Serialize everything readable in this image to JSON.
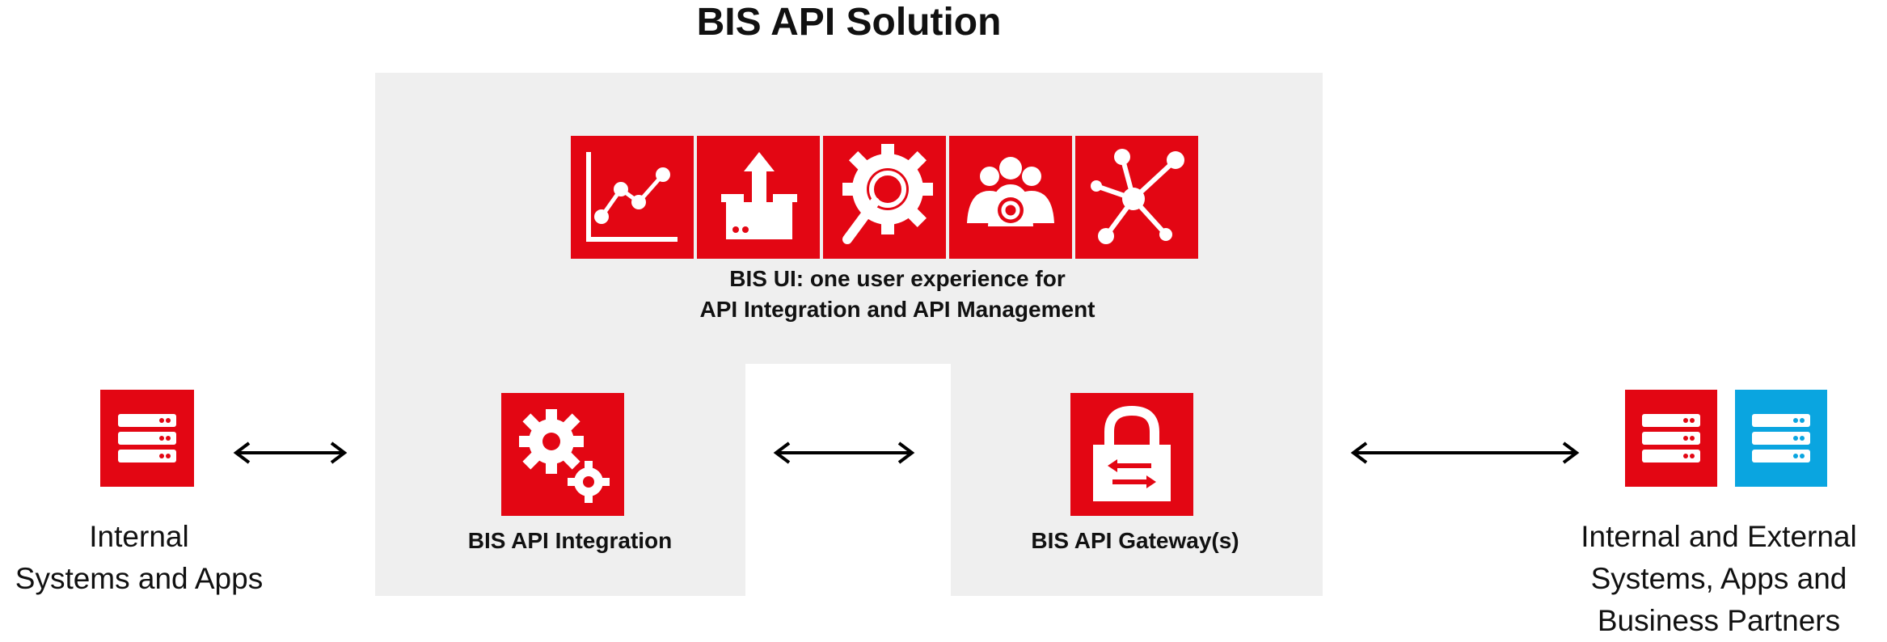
{
  "title": "BIS API Solution",
  "ui": {
    "caption_line1": "BIS UI: one user experience for",
    "caption_line2": "API Integration and API Management",
    "tiles": [
      {
        "icon": "analytics-chart-icon"
      },
      {
        "icon": "box-upload-icon"
      },
      {
        "icon": "gear-search-icon"
      },
      {
        "icon": "team-support-icon"
      },
      {
        "icon": "network-hub-icon"
      }
    ]
  },
  "integration": {
    "label": "BIS API Integration",
    "icon": "gears-icon"
  },
  "gateway": {
    "label": "BIS API Gateway(s)",
    "icon": "lock-exchange-icon"
  },
  "left_systems": {
    "line1": "Internal",
    "line2": "Systems and Apps",
    "icon": "server-icon"
  },
  "right_systems": {
    "line1": "Internal and External",
    "line2": "Systems, Apps and",
    "line3": "Business Partners",
    "icons": [
      "server-icon",
      "server-icon"
    ]
  },
  "colors": {
    "brand_red": "#e30613",
    "partner_blue": "#0aa5e0",
    "panel_gray": "#efefef"
  }
}
